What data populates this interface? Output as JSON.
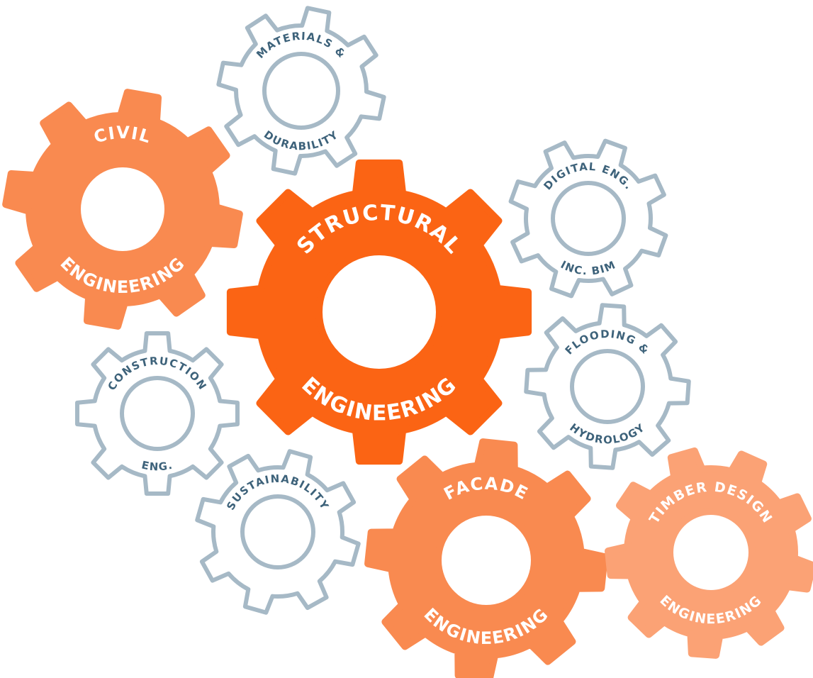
{
  "colors": {
    "background": "#ffffff",
    "structural_fill": "#fb6414",
    "civil_fill": "#f98a50",
    "facade_fill": "#f98a50",
    "timber_fill": "#fba275",
    "outline_stroke": "#a6b9c6",
    "outline_fill": "#ffffff",
    "filled_text": "#ffffff",
    "outline_text": "#3d627a"
  },
  "gears": [
    {
      "id": "structural",
      "style": "filled",
      "fill_key": "structural_fill",
      "teeth": 8,
      "outer_radius": 212,
      "root_radius": 170,
      "hole_radius": 85,
      "rotation_deg": 0,
      "labels": [
        {
          "text": "STRUCTURAL",
          "position": "top",
          "radius": 130,
          "font_size": 30
        },
        {
          "text": "ENGINEERING",
          "position": "bottom",
          "radius": 130,
          "font_size": 30
        }
      ]
    },
    {
      "id": "civil",
      "style": "filled",
      "fill_key": "civil_fill",
      "teeth": 8,
      "outer_radius": 165,
      "root_radius": 132,
      "hole_radius": 64,
      "rotation_deg": 10,
      "labels": [
        {
          "text": "CIVIL",
          "position": "top",
          "radius": 100,
          "font_size": 24
        },
        {
          "text": "ENGINEERING",
          "position": "bottom",
          "radius": 100,
          "font_size": 24
        }
      ]
    },
    {
      "id": "facade",
      "style": "filled",
      "fill_key": "facade_fill",
      "teeth": 8,
      "outer_radius": 167,
      "root_radius": 134,
      "hole_radius": 68,
      "rotation_deg": 6,
      "labels": [
        {
          "text": "FACADE",
          "position": "top",
          "radius": 100,
          "font_size": 24
        },
        {
          "text": "ENGINEERING",
          "position": "bottom",
          "radius": 100,
          "font_size": 24
        }
      ]
    },
    {
      "id": "timber",
      "style": "filled",
      "fill_key": "timber_fill",
      "teeth": 9,
      "outer_radius": 145,
      "root_radius": 118,
      "hole_radius": 58,
      "rotation_deg": 14,
      "labels": [
        {
          "text": "TIMBER DESIGN",
          "position": "top",
          "radius": 86,
          "font_size": 19
        },
        {
          "text": "ENGINEERING",
          "position": "bottom",
          "radius": 86,
          "font_size": 19
        }
      ]
    },
    {
      "id": "materials",
      "style": "outline",
      "teeth": 8,
      "outer_radius": 117,
      "root_radius": 92,
      "hole_radius": 52,
      "rotation_deg": 12,
      "labels": [
        {
          "text": "MATERIALS &",
          "position": "top",
          "radius": 72,
          "font_size": 15
        },
        {
          "text": "DURABILITY",
          "position": "bottom",
          "radius": 72,
          "font_size": 15
        }
      ]
    },
    {
      "id": "digital",
      "style": "outline",
      "teeth": 8,
      "outer_radius": 112,
      "root_radius": 88,
      "hole_radius": 50,
      "rotation_deg": 20,
      "labels": [
        {
          "text": "DIGITAL ENG.",
          "position": "top",
          "radius": 68,
          "font_size": 15
        },
        {
          "text": "INC. BIM",
          "position": "bottom",
          "radius": 68,
          "font_size": 15
        }
      ]
    },
    {
      "id": "flooding",
      "style": "outline",
      "teeth": 8,
      "outer_radius": 115,
      "root_radius": 90,
      "hole_radius": 50,
      "rotation_deg": 4,
      "labels": [
        {
          "text": "FLOODING &",
          "position": "top",
          "radius": 69,
          "font_size": 15
        },
        {
          "text": "HYDROLOGY",
          "position": "bottom",
          "radius": 69,
          "font_size": 15
        }
      ]
    },
    {
      "id": "construction",
      "style": "outline",
      "teeth": 8,
      "outer_radius": 114,
      "root_radius": 90,
      "hole_radius": 50,
      "rotation_deg": 0,
      "labels": [
        {
          "text": "CONSTRUCTION",
          "position": "top",
          "radius": 69,
          "font_size": 15
        },
        {
          "text": "ENG.",
          "position": "bottom",
          "radius": 69,
          "font_size": 15
        }
      ]
    },
    {
      "id": "sustainability",
      "style": "outline",
      "teeth": 8,
      "outer_radius": 115,
      "root_radius": 91,
      "hole_radius": 50,
      "rotation_deg": 16,
      "labels": [
        {
          "text": "SUSTAINABILITY",
          "position": "top",
          "radius": 70,
          "font_size": 15
        }
      ]
    }
  ]
}
